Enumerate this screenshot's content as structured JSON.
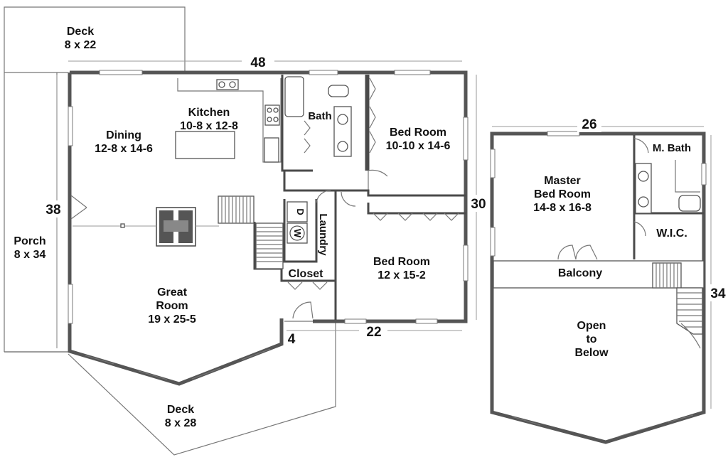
{
  "labels": {
    "deck_top": [
      "Deck",
      "8 x 22"
    ],
    "dim_48": "48",
    "kitchen": [
      "Kitchen",
      "10-8 x 12-8"
    ],
    "bath": "Bath",
    "dining": [
      "Dining",
      "12-8 x 14-6"
    ],
    "bedroom_1": [
      "Bed Room",
      "10-10 x 14-6"
    ],
    "dim_38": "38",
    "porch": [
      "Porch",
      "8 x 34"
    ],
    "laundry": "Laundry",
    "dim_30": "30",
    "bedroom_2": [
      "Bed Room",
      "12 x 15-2"
    ],
    "closet": "Closet",
    "great_room": [
      "Great",
      "Room",
      "19 x 25-5"
    ],
    "dim_4": "4",
    "dim_22": "22",
    "deck_bottom": [
      "Deck",
      "8 x 28"
    ],
    "washer": "W",
    "dryer": "D",
    "dim_26": "26",
    "m_bath": "M. Bath",
    "master": [
      "Master",
      "Bed Room",
      "14-8 x 16-8"
    ],
    "wic": "W.I.C.",
    "balcony": "Balcony",
    "dim_34": "34",
    "open_below": [
      "Open",
      "to",
      "Below"
    ]
  }
}
